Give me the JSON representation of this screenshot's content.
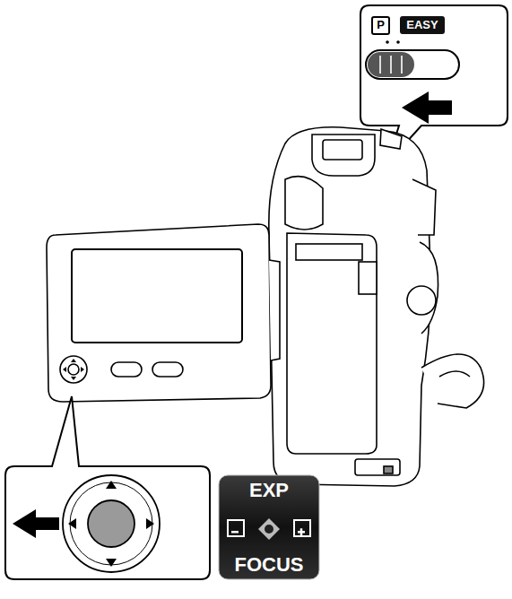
{
  "diagram": {
    "nodes": [
      {
        "text": [
          "P"
        ]
      },
      {
        "text": [
          "EASY"
        ]
      },
      {
        "text": [
          "EXP",
          "FOCUS"
        ]
      }
    ]
  }
}
